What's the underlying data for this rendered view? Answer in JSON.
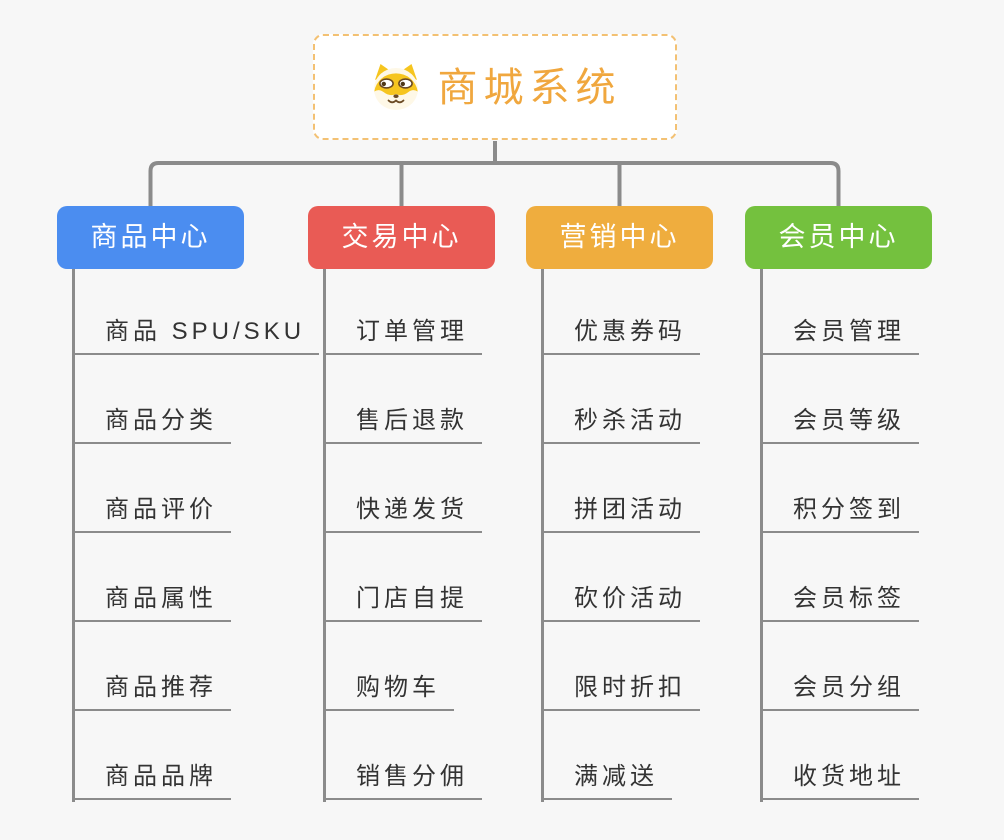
{
  "root": {
    "title": "商城系统",
    "icon": "shiba-dog-icon",
    "text_color": "#F0A73E",
    "border_color": "#F3C173"
  },
  "branches": [
    {
      "label": "商品中心",
      "color": "#4B8DF0",
      "items": [
        "商品 SPU/SKU",
        "商品分类",
        "商品评价",
        "商品属性",
        "商品推荐",
        "商品品牌"
      ]
    },
    {
      "label": "交易中心",
      "color": "#E95B55",
      "items": [
        "订单管理",
        "售后退款",
        "快递发货",
        "门店自提",
        "购物车",
        "销售分佣"
      ]
    },
    {
      "label": "营销中心",
      "color": "#EFAD3E",
      "items": [
        "优惠券码",
        "秒杀活动",
        "拼团活动",
        "砍价活动",
        "限时折扣",
        "满减送"
      ]
    },
    {
      "label": "会员中心",
      "color": "#74C13E",
      "items": [
        "会员管理",
        "会员等级",
        "积分签到",
        "会员标签",
        "会员分组",
        "收货地址"
      ]
    }
  ],
  "colors": {
    "background": "#F7F7F7",
    "connector_line": "#8B8B8B",
    "leaf_underline": "#8B8B8B",
    "leaf_text": "#333333"
  }
}
